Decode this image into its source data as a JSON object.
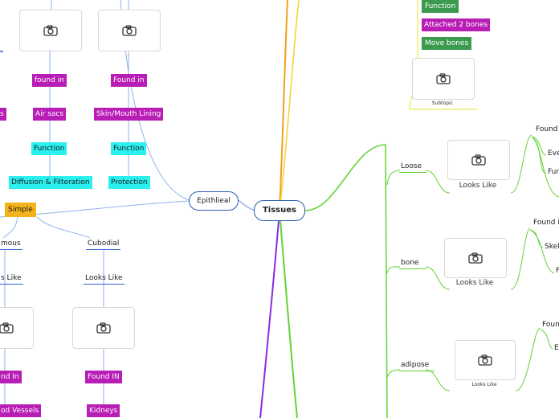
{
  "colors": {
    "blue_branch": "#8fb2ee",
    "blue_underline": "#2d63d6",
    "green_branch": "#63d336",
    "purple_branch": "#8a2be2",
    "orange_branch": "#f0a020",
    "yellow_branch": "#e6e62e",
    "center_border": "#2a5db0"
  },
  "center": {
    "label": "Tissues"
  },
  "epithelial": {
    "label": "Epithlieal",
    "col1": {
      "found": "found in",
      "place": "Air sacs",
      "function": "Function",
      "detail": "Diffusion & Filteration"
    },
    "col2": {
      "found": "Found in",
      "place": "Skin/Mouth Lining",
      "function": "Function",
      "detail": "Protection"
    },
    "left_edge_fragment": "s",
    "simple": {
      "label": "Simple",
      "squamous": {
        "label": "mous",
        "looks": "s Like",
        "found": "nd In",
        "place": "od Vessels"
      },
      "cuboidal": {
        "label": "Cubodial",
        "looks": "Looks Like",
        "found": "Found IN",
        "place": "Kidneys"
      }
    }
  },
  "muscle": {
    "items": [
      "Function",
      "Attached 2 bones",
      "Move bones"
    ],
    "subtopic": "Subtopic"
  },
  "connective": {
    "loose": {
      "label": "Loose",
      "looks": "Looks Like",
      "found": "Found i",
      "items": [
        "Ever",
        "Fun"
      ]
    },
    "bone": {
      "label": "bone",
      "looks": "Looks Like",
      "found": "Found in",
      "items": [
        "Skel",
        "F"
      ]
    },
    "adipose": {
      "label": "adipose",
      "looks": "Looks Like",
      "found": "Found",
      "items": [
        "Ev"
      ]
    }
  }
}
